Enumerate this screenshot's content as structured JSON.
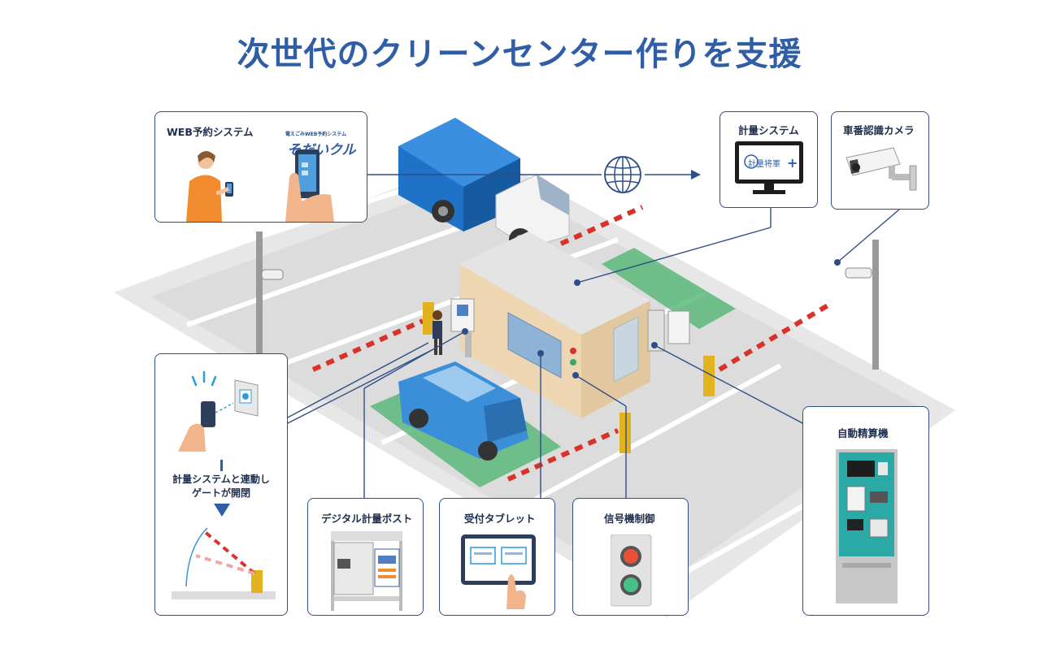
{
  "title": "次世代のクリーンセンター作りを支援",
  "colors": {
    "accent": "#2f5da6",
    "card_border": "#2e4f86",
    "ground_green": "#5cb87a",
    "truck_blue": "#1f72c7",
    "car_blue": "#3a8fd8",
    "bar_red": "#d9322a",
    "machine_teal": "#2aa9a6",
    "person_orange": "#f28a2e"
  },
  "cards": {
    "web": {
      "title": "WEB予約システム",
      "brand_small": "電えごみWEB予約システム",
      "brand": "そだいクル"
    },
    "weigh": {
      "title": "計量システム",
      "screen_text": "計量将軍"
    },
    "camera": {
      "title": "車番認識カメラ"
    },
    "gate": {
      "note_line1": "計量システムと連動し",
      "note_line2": "ゲートが開閉"
    },
    "post": {
      "title": "デジタル計量ポスト"
    },
    "tablet": {
      "title": "受付タブレット"
    },
    "signal": {
      "title": "信号機制御"
    },
    "payment": {
      "title": "自動精算機"
    }
  },
  "icons": [
    "globe-icon",
    "smartphone-icon",
    "security-camera-icon",
    "monitor-icon",
    "traffic-light-icon",
    "tablet-icon",
    "nfc-reader-icon",
    "arrow-down-icon"
  ]
}
